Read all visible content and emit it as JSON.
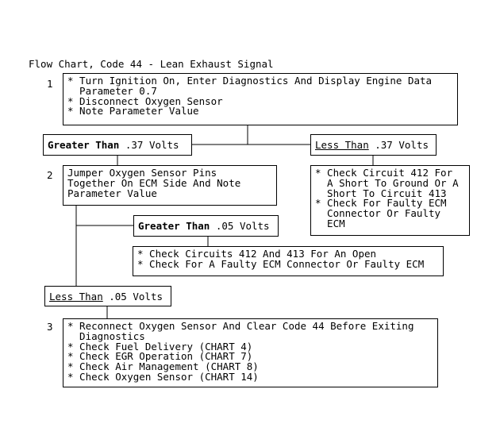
{
  "title": "Flow Chart, Code 44 - Lean Exhaust Signal",
  "step1": {
    "number": "1",
    "lines": [
      "* Turn Ignition On, Enter Diagnostics And Display Engine Data",
      "  Parameter 0.7",
      "* Disconnect Oxygen Sensor",
      "* Note Parameter Value"
    ]
  },
  "cond_gt_037": {
    "emph": "Greater Than",
    "rest": " .37 Volts"
  },
  "cond_lt_037": {
    "emph": "Less Than",
    "rest": " .37 Volts"
  },
  "step2": {
    "number": "2",
    "lines": [
      "Jumper Oxygen Sensor Pins",
      "Together On ECM Side And Note",
      "Parameter Value"
    ]
  },
  "lt037_result": {
    "lines": [
      "* Check Circuit 412 For",
      "  A Short To Ground Or A",
      "  Short To Circuit 413",
      "* Check For Faulty ECM",
      "  Connector Or Faulty",
      "  ECM"
    ]
  },
  "cond_gt_005": {
    "emph": "Greater Than",
    "rest": " .05 Volts"
  },
  "gt005_result": {
    "lines": [
      "* Check Circuits 412 And 413 For An Open",
      "* Check For A Faulty ECM Connector Or Faulty ECM"
    ]
  },
  "cond_lt_005": {
    "emph": "Less Than",
    "rest": " .05 Volts"
  },
  "step3": {
    "number": "3",
    "lines": [
      "* Reconnect Oxygen Sensor And Clear Code 44 Before Exiting",
      "  Diagnostics",
      "* Check Fuel Delivery (CHART 4)",
      "* Check EGR Operation (CHART 7)",
      "* Check Air Management (CHART 8)",
      "* Check Oxygen Sensor (CHART 14)"
    ]
  }
}
